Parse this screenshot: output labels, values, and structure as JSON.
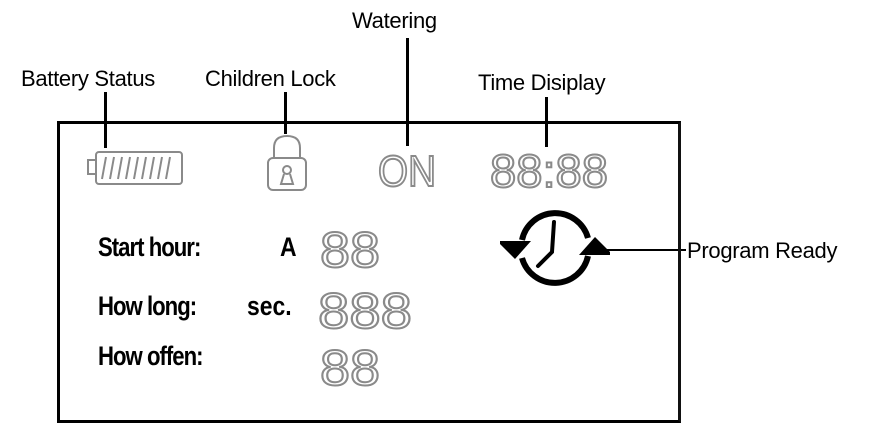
{
  "callouts": {
    "battery": "Battery Status",
    "lock": "Children Lock",
    "watering": "Watering",
    "time": "Time Disiplay",
    "program": "Program Ready"
  },
  "display": {
    "watering_text": "ON",
    "time_text": "88:88",
    "rows": [
      {
        "label": "Start hour:",
        "unit": "A",
        "digits": "88"
      },
      {
        "label": "How long:",
        "unit": "sec.",
        "digits": "888"
      },
      {
        "label": "How offen:",
        "unit": "",
        "digits": "88"
      }
    ]
  },
  "colors": {
    "segment": "#8a8a8a",
    "ink": "#000000"
  }
}
